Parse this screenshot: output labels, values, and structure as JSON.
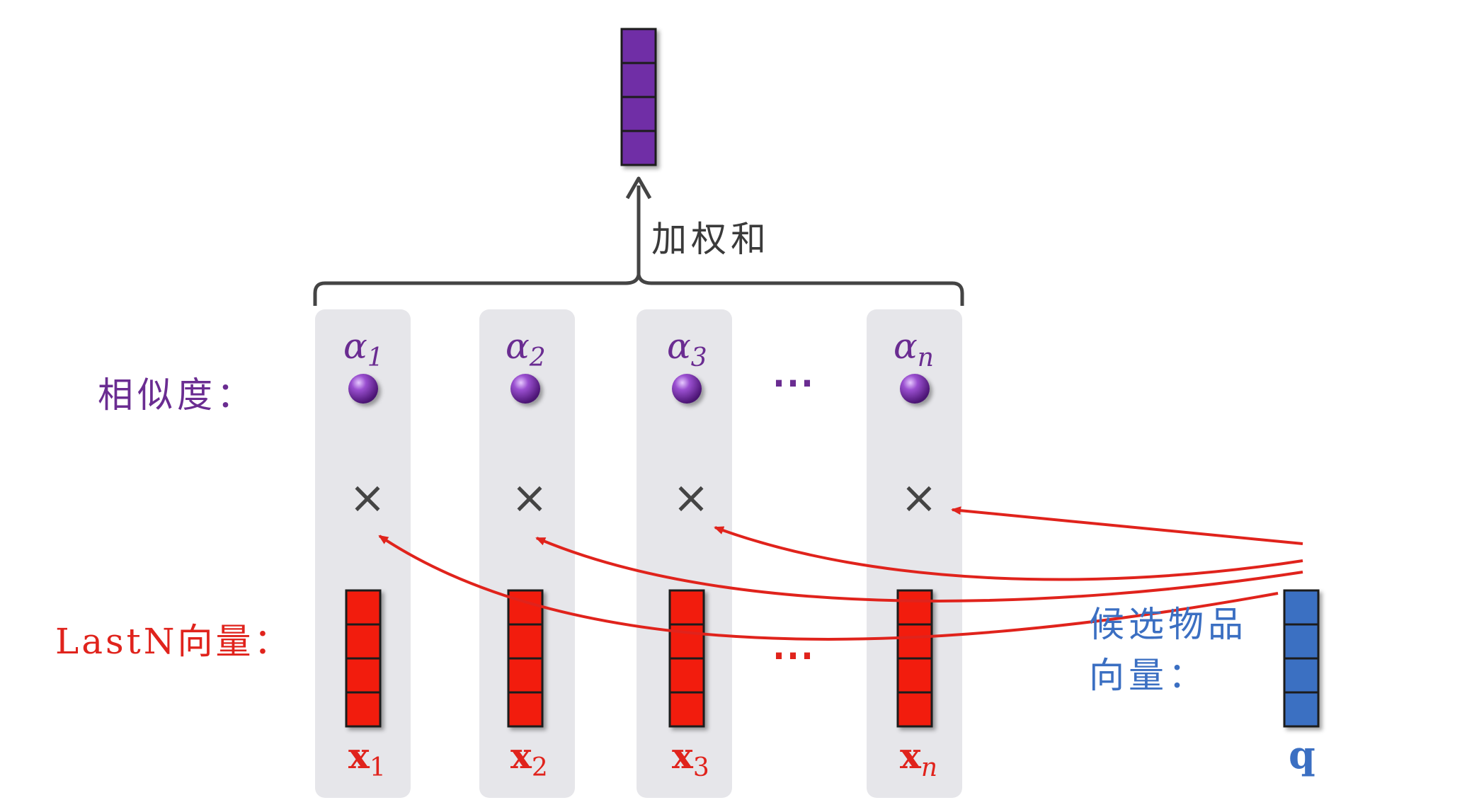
{
  "labels": {
    "similarity": "相似度：",
    "lastn": "LastN向量：",
    "candidate_line1": "候选物品",
    "candidate_line2": "向量：",
    "weighted_sum": "加权和",
    "ellipsis": "⋯",
    "times": "×"
  },
  "columns": [
    {
      "alpha": "α",
      "alpha_sub": "1",
      "x": "x",
      "x_sub": "1"
    },
    {
      "alpha": "α",
      "alpha_sub": "2",
      "x": "x",
      "x_sub": "2"
    },
    {
      "alpha": "α",
      "alpha_sub": "3",
      "x": "x",
      "x_sub": "3"
    },
    {
      "alpha": "α",
      "alpha_sub": "n",
      "x": "x",
      "x_sub": "n"
    }
  ],
  "query_label": "q",
  "colors": {
    "purple": "#6a2c91",
    "red": "#e0231c",
    "blue": "#3b6fc2",
    "gray_panel": "#e6e6ea",
    "dark": "#444444"
  }
}
